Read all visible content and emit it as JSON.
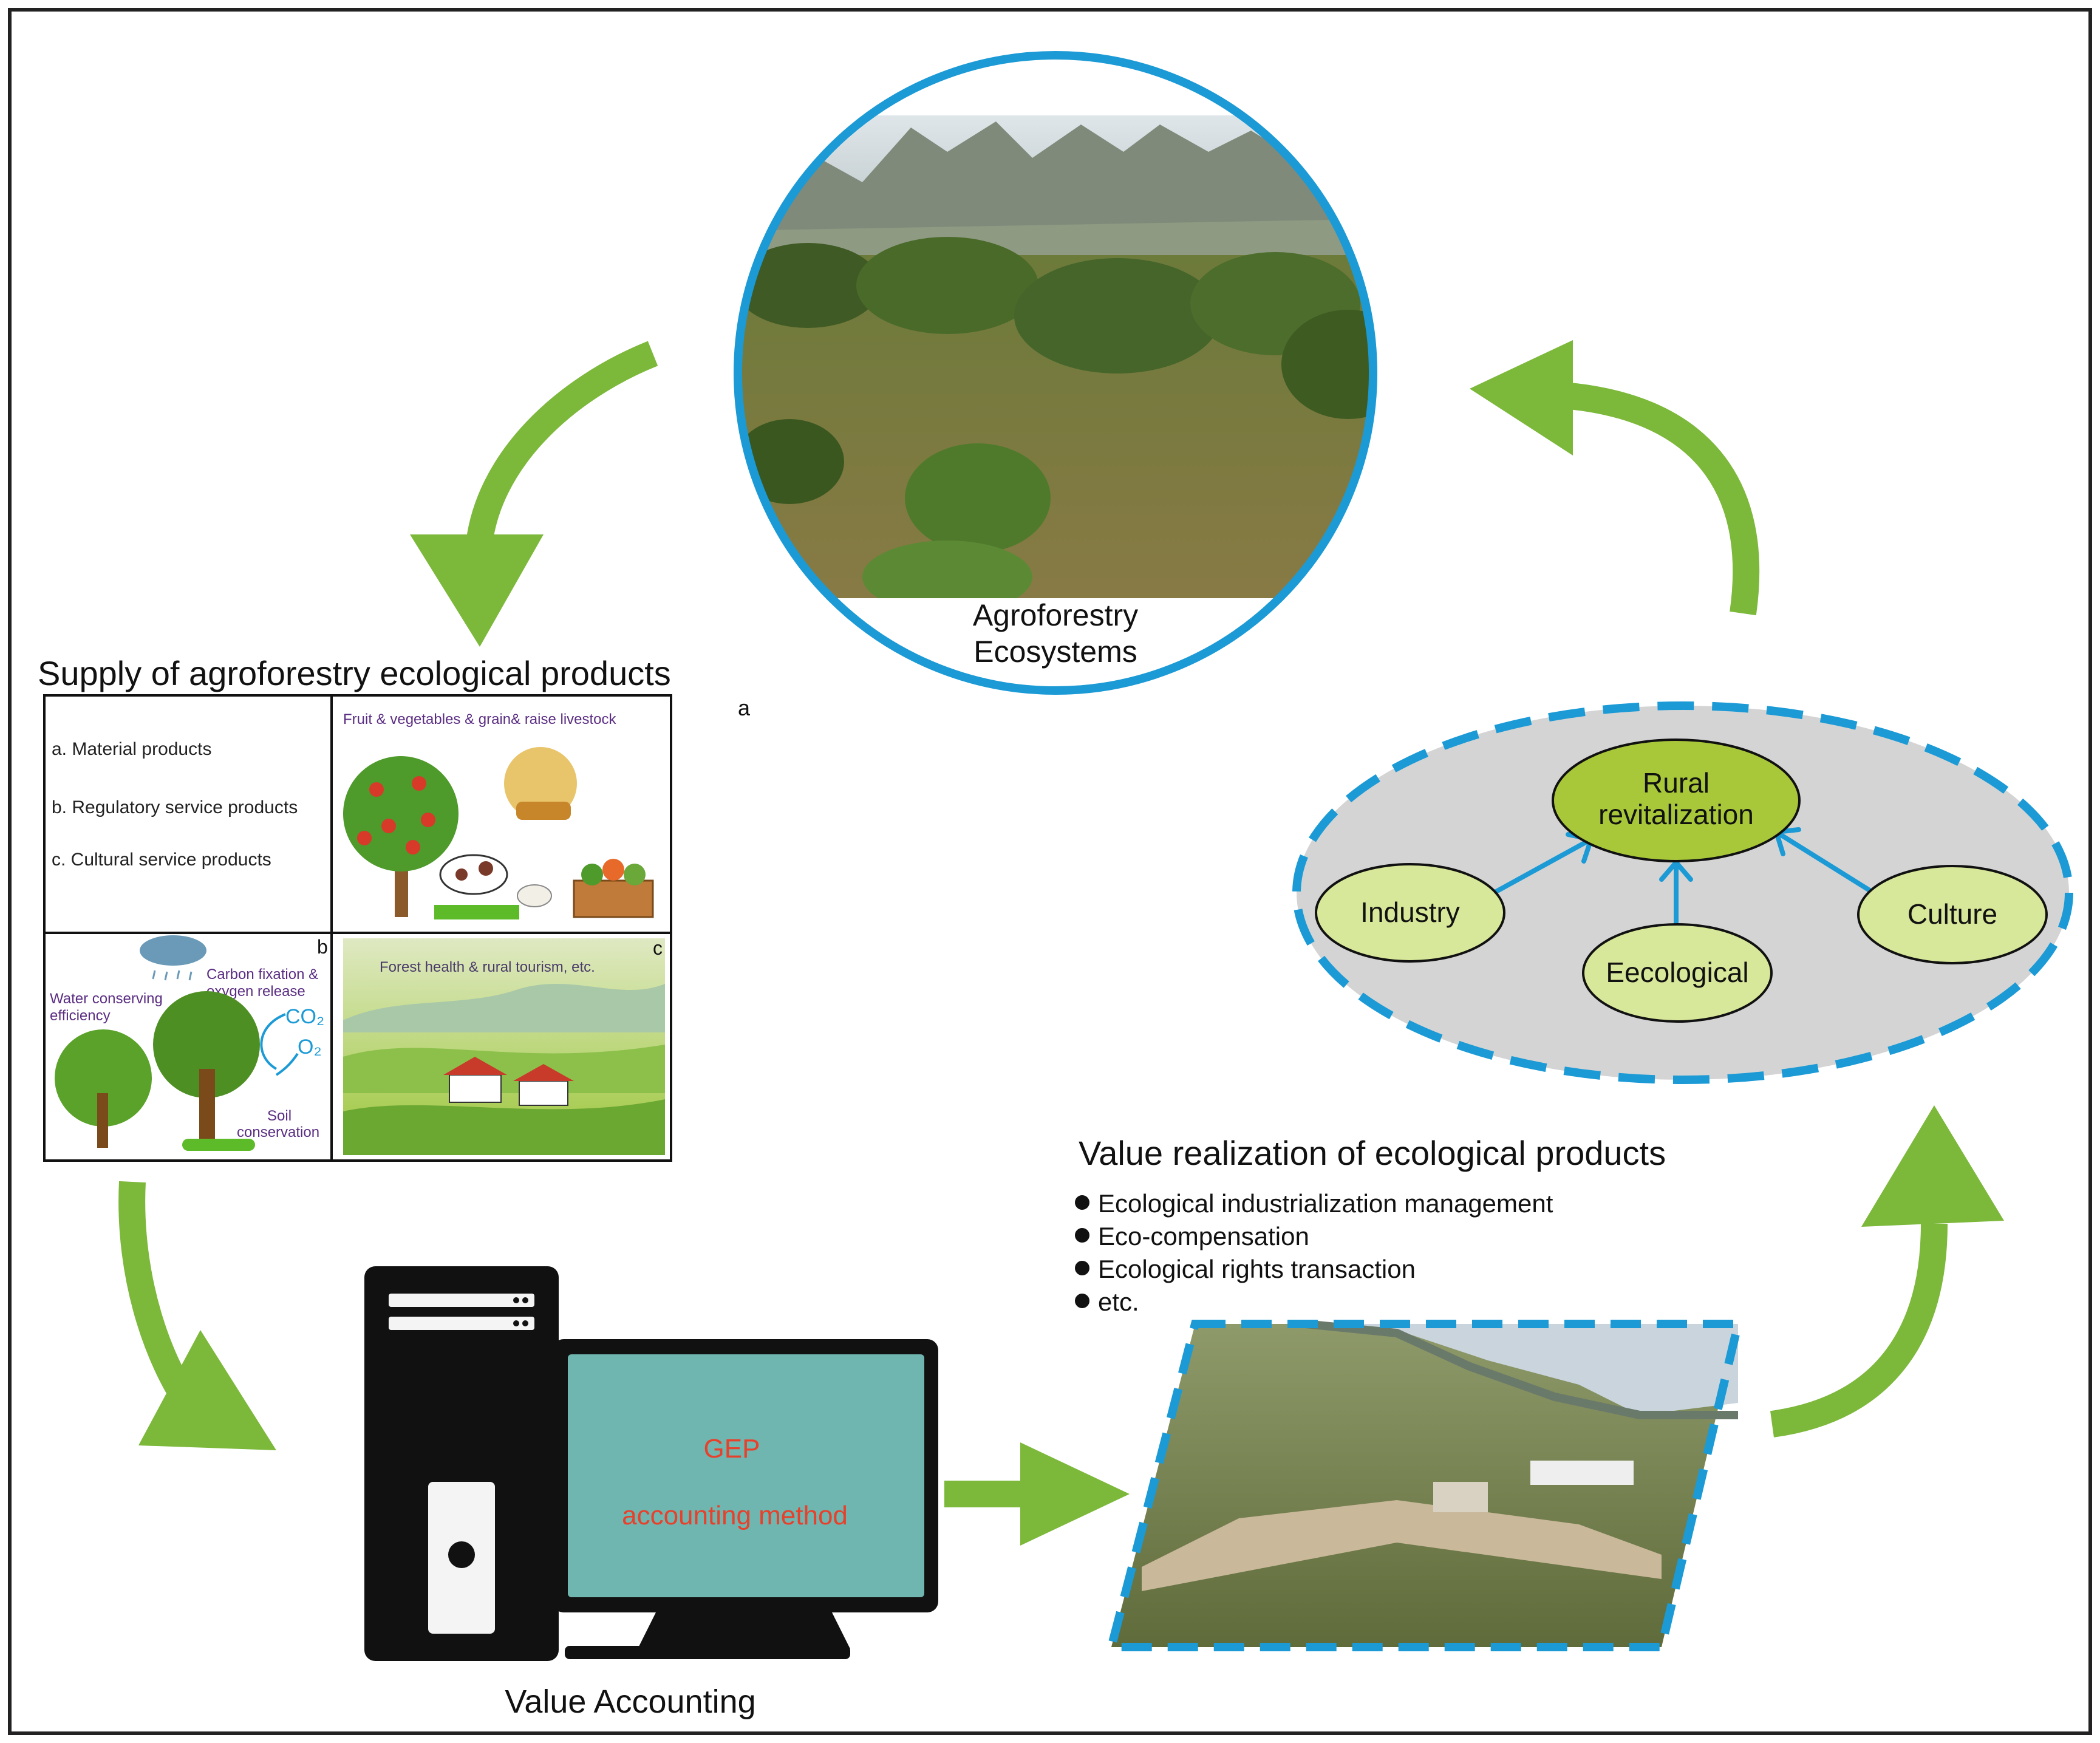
{
  "colors": {
    "arrow_green": "#7cb83a",
    "accent_blue": "#1b9ad6",
    "node_fill": "#d8e89a",
    "center_node_fill": "#a8c83a",
    "ellipse_fill": "#d4d4d4",
    "screen_teal": "#6fb5b0",
    "gep_red": "#e8402a",
    "label_purple": "#5a2d82",
    "frame": "#222222"
  },
  "ecosystem": {
    "photo_icon": "karst-orchard-photo",
    "label_line1": "Agroforestry",
    "label_line2": "Ecosystems"
  },
  "supply": {
    "title": "Supply of agroforestry ecological products",
    "panel_a_tag": "a",
    "panel_b_tag": "b",
    "panel_c_tag": "c",
    "legend": [
      "a. Material products",
      "b. Regulatory service products",
      "c. Cultural service products"
    ],
    "material_caption": "Fruit & vegetables & grain& raise livestock",
    "regulatory": {
      "water": "Water conserving efficiency",
      "water_line1": "Water conserving",
      "water_line2": "efficiency",
      "carbon_line1": "Carbon fixation &",
      "carbon_line2": "oxygen release",
      "co2": "CO₂",
      "o2": "O₂",
      "soil_line1": "Soil",
      "soil_line2": "conservation"
    },
    "cultural_caption": "Forest health & rural tourism, etc."
  },
  "accounting": {
    "screen_line1": "GEP",
    "screen_line2": "accounting method",
    "label": "Value Accounting"
  },
  "value_realization": {
    "title": "Value realization of ecological products",
    "bullets": [
      "Ecological industrialization management",
      "Eco-compensation",
      "Ecological rights transaction",
      "etc."
    ],
    "photo_icon": "hillside-orchard-aerial-photo"
  },
  "revitalization": {
    "center_line1": "Rural",
    "center_line2": "revitalization",
    "nodes": [
      "Industry",
      "Eecological",
      "Culture"
    ]
  }
}
